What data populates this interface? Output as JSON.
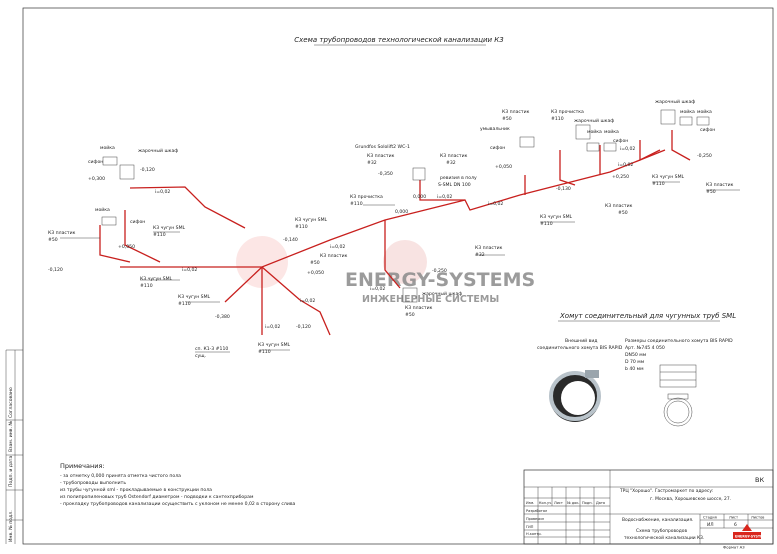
{
  "drawing": {
    "title": "Схема трубопроводов технологической канализации К3",
    "labels": [
      {
        "id": "l1",
        "t": "мойка"
      },
      {
        "id": "l2",
        "t": "жарочный шкаф"
      },
      {
        "id": "l3",
        "t": "сифон"
      },
      {
        "id": "l4",
        "t": "-0,120"
      },
      {
        "id": "l5",
        "t": "+0,300"
      },
      {
        "id": "l6",
        "t": "i=0,02"
      },
      {
        "id": "l7",
        "t": "Grundfos Sololift2 WC-1"
      },
      {
        "id": "l8",
        "t": "К3 пластик"
      },
      {
        "id": "l9",
        "t": "#32"
      },
      {
        "id": "l10",
        "t": "-0,350"
      },
      {
        "id": "l11",
        "t": "К3 пластик"
      },
      {
        "id": "l12",
        "t": "#32"
      },
      {
        "id": "l13",
        "t": "ревизия в полу"
      },
      {
        "id": "l14",
        "t": "S-SML DN 100"
      },
      {
        "id": "l15",
        "t": "0,000"
      },
      {
        "id": "l16",
        "t": "i=0,02"
      },
      {
        "id": "l17",
        "t": "К3 прочистка"
      },
      {
        "id": "l18",
        "t": "#110"
      },
      {
        "id": "l19",
        "t": "0,000"
      },
      {
        "id": "l20",
        "t": "i=0,02"
      },
      {
        "id": "l21",
        "t": "К3 пластик"
      },
      {
        "id": "l22",
        "t": "#50"
      },
      {
        "id": "l23",
        "t": "умывальник"
      },
      {
        "id": "l24",
        "t": "сифон"
      },
      {
        "id": "l25",
        "t": "+0,050"
      },
      {
        "id": "l26",
        "t": "К3 прочистка"
      },
      {
        "id": "l27",
        "t": "#110"
      },
      {
        "id": "l28",
        "t": "жарочный шкаф"
      },
      {
        "id": "l29",
        "t": "мойка"
      },
      {
        "id": "l30",
        "t": "мойка"
      },
      {
        "id": "l31",
        "t": "сифон"
      },
      {
        "id": "l32",
        "t": "-0,130"
      },
      {
        "id": "l33",
        "t": "+0,250"
      },
      {
        "id": "l34",
        "t": "i=0,02"
      },
      {
        "id": "l35",
        "t": "К3 чугун SML"
      },
      {
        "id": "l36",
        "t": "#110"
      },
      {
        "id": "l37",
        "t": "К3 пластик"
      },
      {
        "id": "l38",
        "t": "#50"
      },
      {
        "id": "l39",
        "t": "жарочный шкаф"
      },
      {
        "id": "l40",
        "t": "мойка"
      },
      {
        "id": "l41",
        "t": "мойка"
      },
      {
        "id": "l42",
        "t": "сифон"
      },
      {
        "id": "l43",
        "t": "-0,250"
      },
      {
        "id": "l44",
        "t": "К3 чугун SML"
      },
      {
        "id": "l45",
        "t": "#110"
      },
      {
        "id": "l46",
        "t": "К3 пластик"
      },
      {
        "id": "l47",
        "t": "#50"
      },
      {
        "id": "l48",
        "t": "i=0,02"
      },
      {
        "id": "l49",
        "t": "К3 пластик"
      },
      {
        "id": "l50",
        "t": "#50"
      },
      {
        "id": "l51",
        "t": "мойка"
      },
      {
        "id": "l52",
        "t": "сифон"
      },
      {
        "id": "l53",
        "t": "-0,120"
      },
      {
        "id": "l54",
        "t": "+0,050"
      },
      {
        "id": "l55",
        "t": "К3 чугун SML"
      },
      {
        "id": "l56",
        "t": "#110"
      },
      {
        "id": "l57",
        "t": "К3 чугун SML"
      },
      {
        "id": "l58",
        "t": "#110"
      },
      {
        "id": "l59",
        "t": "i=0,02"
      },
      {
        "id": "l60",
        "t": "К3 чугун SML"
      },
      {
        "id": "l61",
        "t": "#110"
      },
      {
        "id": "l62",
        "t": "-0,140"
      },
      {
        "id": "l63",
        "t": "i=0,02"
      },
      {
        "id": "l64",
        "t": "К3 пластик"
      },
      {
        "id": "l65",
        "t": "#50"
      },
      {
        "id": "l66",
        "t": "+0,050"
      },
      {
        "id": "l67",
        "t": "К3 пластик"
      },
      {
        "id": "l68",
        "t": "#32"
      },
      {
        "id": "l69",
        "t": "-0,250"
      },
      {
        "id": "l70",
        "t": "К3 чугун SML"
      },
      {
        "id": "l71",
        "t": "#110"
      },
      {
        "id": "l72",
        "t": "i=0,02"
      },
      {
        "id": "l73",
        "t": "жарочный шкаф"
      },
      {
        "id": "l74",
        "t": "К3 пластик"
      },
      {
        "id": "l75",
        "t": "#50"
      },
      {
        "id": "l76",
        "t": "-0,380"
      },
      {
        "id": "l77",
        "t": "i=0,02"
      },
      {
        "id": "l78",
        "t": "-0,120"
      },
      {
        "id": "l79",
        "t": "сп. К1-3 #110"
      },
      {
        "id": "l80",
        "t": "сущ."
      },
      {
        "id": "l81",
        "t": "К3 чугун SML"
      },
      {
        "id": "l82",
        "t": "#110"
      },
      {
        "id": "l83",
        "t": "i=0,02"
      }
    ],
    "watermark": {
      "line1": "ENERGY-SYSTEMS",
      "line2": "ИНЖЕНЕРНЫЕ СИСТЕМЫ"
    }
  },
  "clamp": {
    "title": "Хомут соединительный для чугунных труб SML",
    "caption_left_1": "Внешний вид",
    "caption_left_2": "соединительного хомута BIS RAPID",
    "caption_right_1": "Размеры соединительного хомута BIS RAPID",
    "caption_right_2": "Арт. №745 4 050",
    "caption_right_3": "DN50 мм",
    "caption_right_4": "D 70 мм",
    "caption_right_5": "b 40 мм"
  },
  "notes": {
    "heading": "Примечания:",
    "lines": [
      "- за отметку 0,000 принята отметка чистого пола",
      "- трубопроводы выполнить",
      "  из трубы чугунной sml - прокладываемые в конструкции пола",
      "  из полипропиленовых труб Ostendorf диаметром - подводки к сантехприборам",
      "- прокладку трубопроводов канализации осуществить с уклоном не менее 0,02 в сторону слива"
    ]
  },
  "title_block": {
    "code": "ВК",
    "address_1": "ТРЦ \"Хорошо\". Гастромаркет        по адресу:",
    "address_2": "г. Москва, Хорошевское шоссе, 27.",
    "system": "Водоснабжение, канализация.",
    "sheet_title_1": "Схема трубопроводов",
    "sheet_title_2": "технологической канализации К3.",
    "stage_hdr": "Стадия",
    "sheet_hdr": "Лист",
    "sheets_hdr": "Листов",
    "stage": "ИЛ",
    "sheet_no": "6",
    "col_headers": [
      "Изм.",
      "Кол.уч.",
      "Лист",
      "№ док.",
      "Подп.",
      "Дата"
    ],
    "roles": [
      "Разработал",
      "Проверил",
      "ГИП",
      "Н.контр."
    ],
    "format": "Формат А3",
    "side_labels": [
      "Согласовано",
      "Взам. инв. №",
      "Подп. и дата",
      "Инв. № подл."
    ],
    "logo_text": "ENERGY-SYSTEMS"
  }
}
